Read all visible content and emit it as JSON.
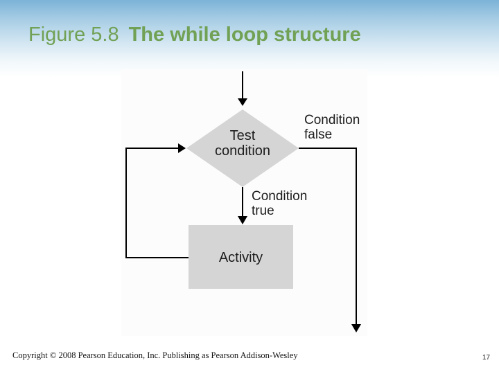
{
  "slide": {
    "title": {
      "prefix": "Figure 5.8",
      "main": "The while loop structure"
    },
    "footer": {
      "copyright": "Copyright © 2008 Pearson Education, Inc. Publishing as Pearson Addison-Wesley",
      "page_number": "17"
    },
    "colors": {
      "title_green": "#71a155",
      "header_gradient_top": "#7cb3d7",
      "node_fill": "#d5d5d5",
      "line_color": "#000000",
      "label_color": "#1d1d1d"
    }
  },
  "diagram": {
    "type": "flowchart",
    "subject": "while loop structure",
    "nodes": [
      {
        "id": "test-condition",
        "shape": "diamond",
        "label": "Test\ncondition"
      },
      {
        "id": "activity",
        "shape": "rectangle",
        "label": "Activity"
      }
    ],
    "edges": [
      {
        "id": "entry",
        "from": "start",
        "to": "test-condition",
        "label": ""
      },
      {
        "id": "false-branch",
        "from": "test-condition",
        "to": "exit",
        "label": "Condition\nfalse"
      },
      {
        "id": "true-branch",
        "from": "test-condition",
        "to": "activity",
        "label": "Condition\ntrue"
      },
      {
        "id": "loopback",
        "from": "activity",
        "to": "test-condition",
        "label": ""
      }
    ]
  }
}
